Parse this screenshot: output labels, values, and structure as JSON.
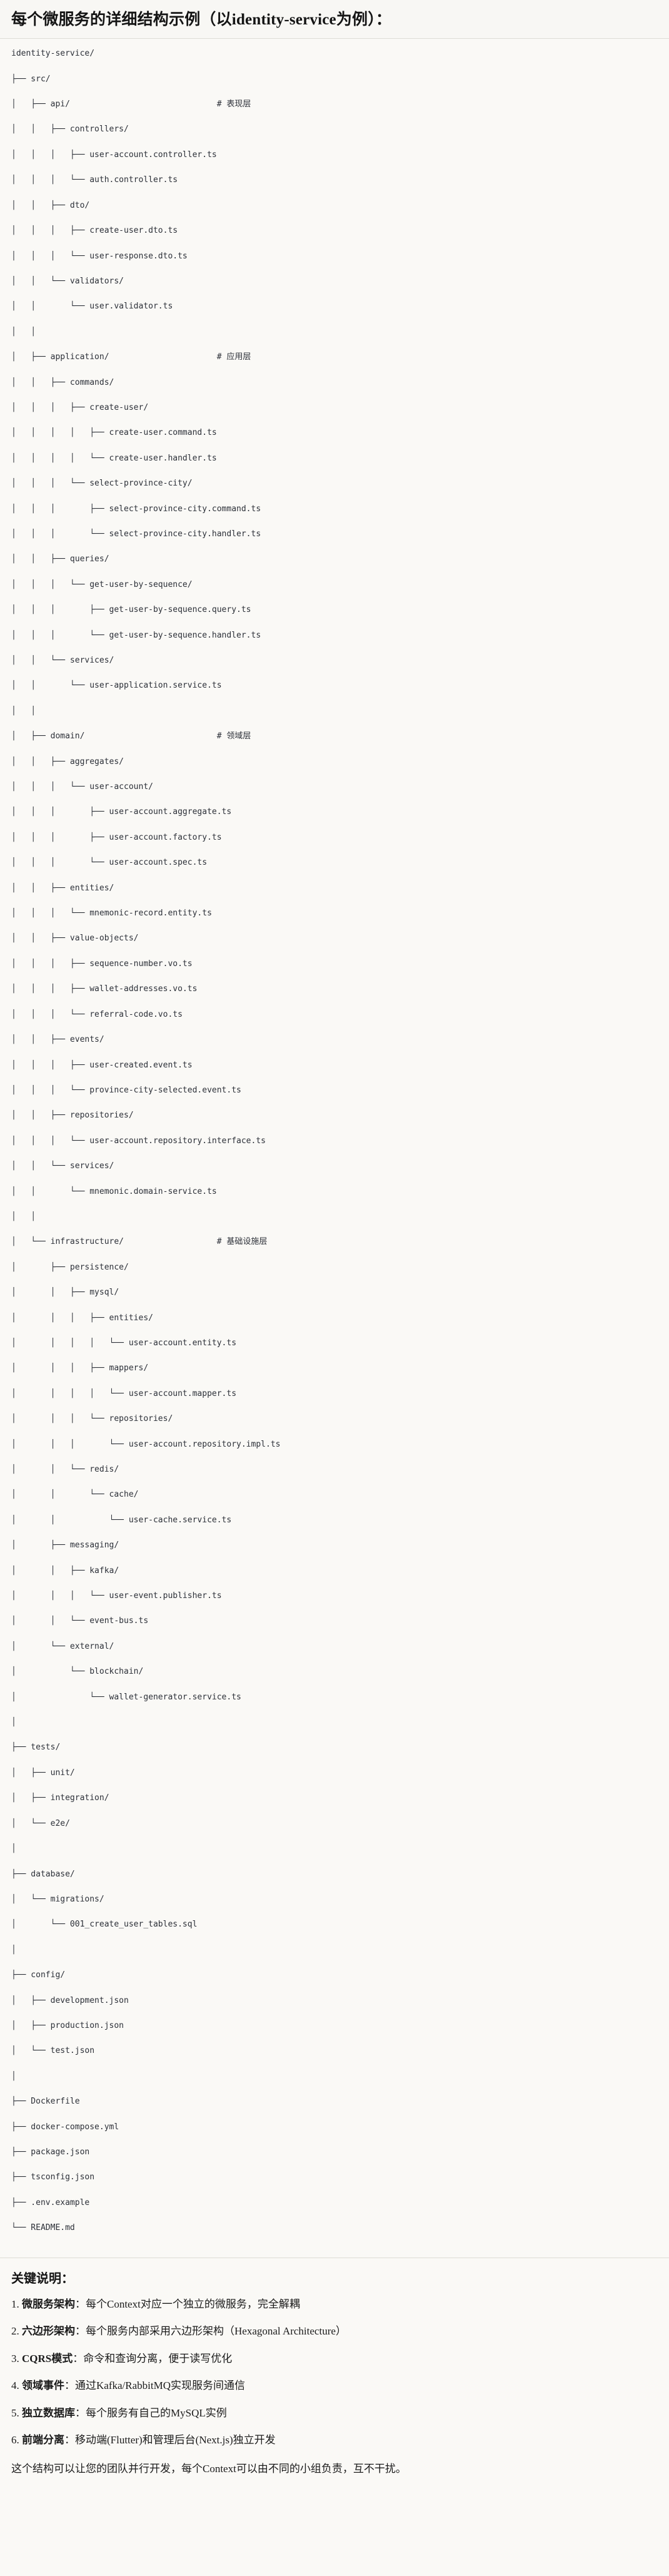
{
  "header": {
    "title": "每个微服务的详细结构示例（以identity-service为例）："
  },
  "tree": {
    "root_label": "identity-service/",
    "lines": [
      "identity-service/",
      "├── src/",
      "│   ├── api/                              # 表现层",
      "│   │   ├── controllers/",
      "│   │   │   ├── user-account.controller.ts",
      "│   │   │   └── auth.controller.ts",
      "│   │   ├── dto/",
      "│   │   │   ├── create-user.dto.ts",
      "│   │   │   └── user-response.dto.ts",
      "│   │   └── validators/",
      "│   │       └── user.validator.ts",
      "│   │",
      "│   ├── application/                      # 应用层",
      "│   │   ├── commands/",
      "│   │   │   ├── create-user/",
      "│   │   │   │   ├── create-user.command.ts",
      "│   │   │   │   └── create-user.handler.ts",
      "│   │   │   └── select-province-city/",
      "│   │   │       ├── select-province-city.command.ts",
      "│   │   │       └── select-province-city.handler.ts",
      "│   │   ├── queries/",
      "│   │   │   └── get-user-by-sequence/",
      "│   │   │       ├── get-user-by-sequence.query.ts",
      "│   │   │       └── get-user-by-sequence.handler.ts",
      "│   │   └── services/",
      "│   │       └── user-application.service.ts",
      "│   │",
      "│   ├── domain/                           # 领域层",
      "│   │   ├── aggregates/",
      "│   │   │   └── user-account/",
      "│   │   │       ├── user-account.aggregate.ts",
      "│   │   │       ├── user-account.factory.ts",
      "│   │   │       └── user-account.spec.ts",
      "│   │   ├── entities/",
      "│   │   │   └── mnemonic-record.entity.ts",
      "│   │   ├── value-objects/",
      "│   │   │   ├── sequence-number.vo.ts",
      "│   │   │   ├── wallet-addresses.vo.ts",
      "│   │   │   └── referral-code.vo.ts",
      "│   │   ├── events/",
      "│   │   │   ├── user-created.event.ts",
      "│   │   │   └── province-city-selected.event.ts",
      "│   │   ├── repositories/",
      "│   │   │   └── user-account.repository.interface.ts",
      "│   │   └── services/",
      "│   │       └── mnemonic.domain-service.ts",
      "│   │",
      "│   └── infrastructure/                   # 基础设施层",
      "│       ├── persistence/",
      "│       │   ├── mysql/",
      "│       │   │   ├── entities/",
      "│       │   │   │   └── user-account.entity.ts",
      "│       │   │   ├── mappers/",
      "│       │   │   │   └── user-account.mapper.ts",
      "│       │   │   └── repositories/",
      "│       │   │       └── user-account.repository.impl.ts",
      "│       │   └── redis/",
      "│       │       └── cache/",
      "│       │           └── user-cache.service.ts",
      "│       ├── messaging/",
      "│       │   ├── kafka/",
      "│       │   │   └── user-event.publisher.ts",
      "│       │   └── event-bus.ts",
      "│       └── external/",
      "│           └── blockchain/",
      "│               └── wallet-generator.service.ts",
      "│",
      "├── tests/",
      "│   ├── unit/",
      "│   ├── integration/",
      "│   └── e2e/",
      "│",
      "├── database/",
      "│   └── migrations/",
      "│       └── 001_create_user_tables.sql",
      "│",
      "├── config/",
      "│   ├── development.json",
      "│   ├── production.json",
      "│   └── test.json",
      "│",
      "├── Dockerfile",
      "├── docker-compose.yml",
      "├── package.json",
      "├── tsconfig.json",
      "├── .env.example",
      "└── README.md"
    ],
    "layer_comments": [
      "# 表现层",
      "# 应用层",
      "# 领域层",
      "# 基础设施层"
    ]
  },
  "notes": {
    "title": "关键说明：",
    "items": [
      {
        "num": "1. ",
        "term": "微服务架构",
        "sep": "：",
        "desc": "每个Context对应一个独立的微服务，完全解耦"
      },
      {
        "num": "2. ",
        "term": "六边形架构",
        "sep": "：",
        "desc": "每个服务内部采用六边形架构（Hexagonal Architecture）"
      },
      {
        "num": "3. ",
        "term": "CQRS模式",
        "sep": "：",
        "desc": "命令和查询分离，便于读写优化"
      },
      {
        "num": "4. ",
        "term": "领域事件",
        "sep": "：",
        "desc": "通过Kafka/RabbitMQ实现服务间通信"
      },
      {
        "num": "5. ",
        "term": "独立数据库",
        "sep": "：",
        "desc": "每个服务有自己的MySQL实例"
      },
      {
        "num": "6. ",
        "term": "前端分离",
        "sep": "：",
        "desc": "移动端(Flutter)和管理后台(Next.js)独立开发"
      }
    ],
    "closing": "这个结构可以让您的团队并行开发，每个Context可以由不同的小组负责，互不干扰。"
  },
  "colors": {
    "page_bg": "#faf9f6",
    "header_bg": "#f8f7f4",
    "rule": "#dedcd6",
    "code_text": "#2c3038",
    "title_text": "#141414"
  }
}
